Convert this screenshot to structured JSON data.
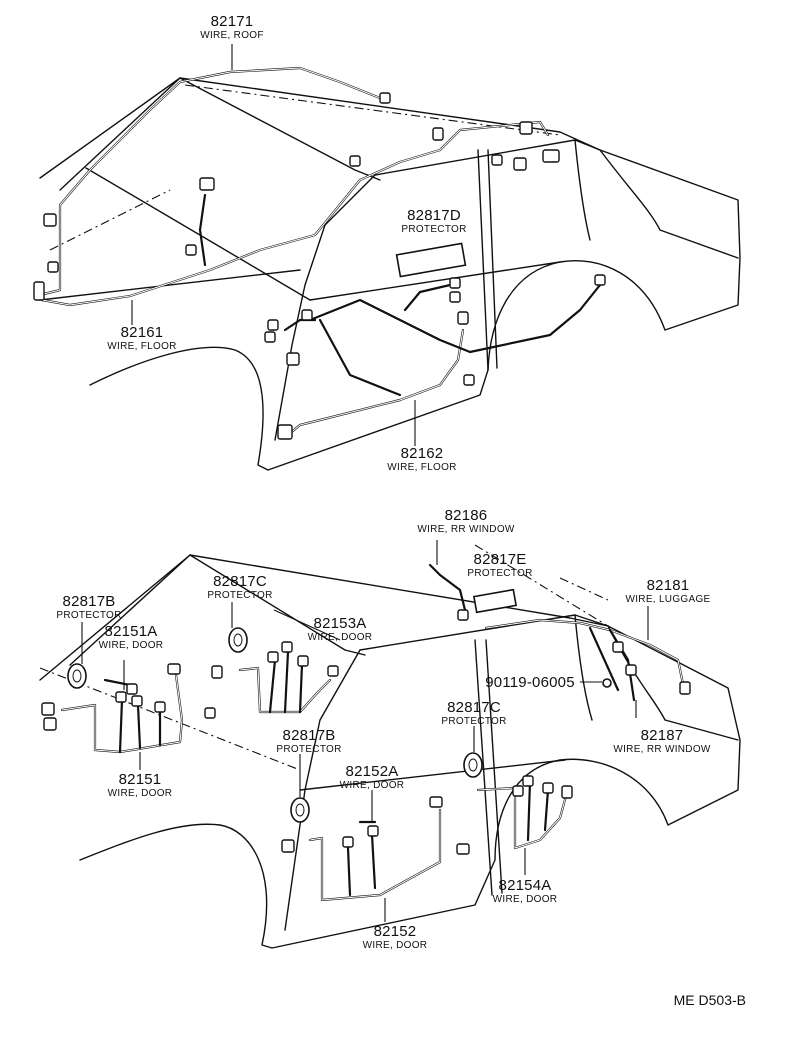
{
  "document_code": "ME D503-B",
  "callouts": [
    {
      "part": "82171",
      "name": "WIRE, ROOF"
    },
    {
      "part": "82817D",
      "name": "PROTECTOR"
    },
    {
      "part": "82161",
      "name": "WIRE, FLOOR"
    },
    {
      "part": "82162",
      "name": "WIRE, FLOOR"
    },
    {
      "part": "82186",
      "name": "WIRE, RR WINDOW"
    },
    {
      "part": "82817E",
      "name": "PROTECTOR"
    },
    {
      "part": "82817B",
      "name": "PROTECTOR"
    },
    {
      "part": "82817C",
      "name": "PROTECTOR"
    },
    {
      "part": "82151A",
      "name": "WIRE, DOOR"
    },
    {
      "part": "82153A",
      "name": "WIRE, DOOR"
    },
    {
      "part": "82181",
      "name": "WIRE, LUGGAGE"
    },
    {
      "part": "90119-06005",
      "name": ""
    },
    {
      "part": "82817C",
      "name": "PROTECTOR"
    },
    {
      "part": "82817B",
      "name": "PROTECTOR"
    },
    {
      "part": "82187",
      "name": "WIRE, RR WINDOW"
    },
    {
      "part": "82152A",
      "name": "WIRE, DOOR"
    },
    {
      "part": "82151",
      "name": "WIRE, DOOR"
    },
    {
      "part": "82154A",
      "name": "WIRE, DOOR"
    },
    {
      "part": "82152",
      "name": "WIRE, DOOR"
    }
  ]
}
